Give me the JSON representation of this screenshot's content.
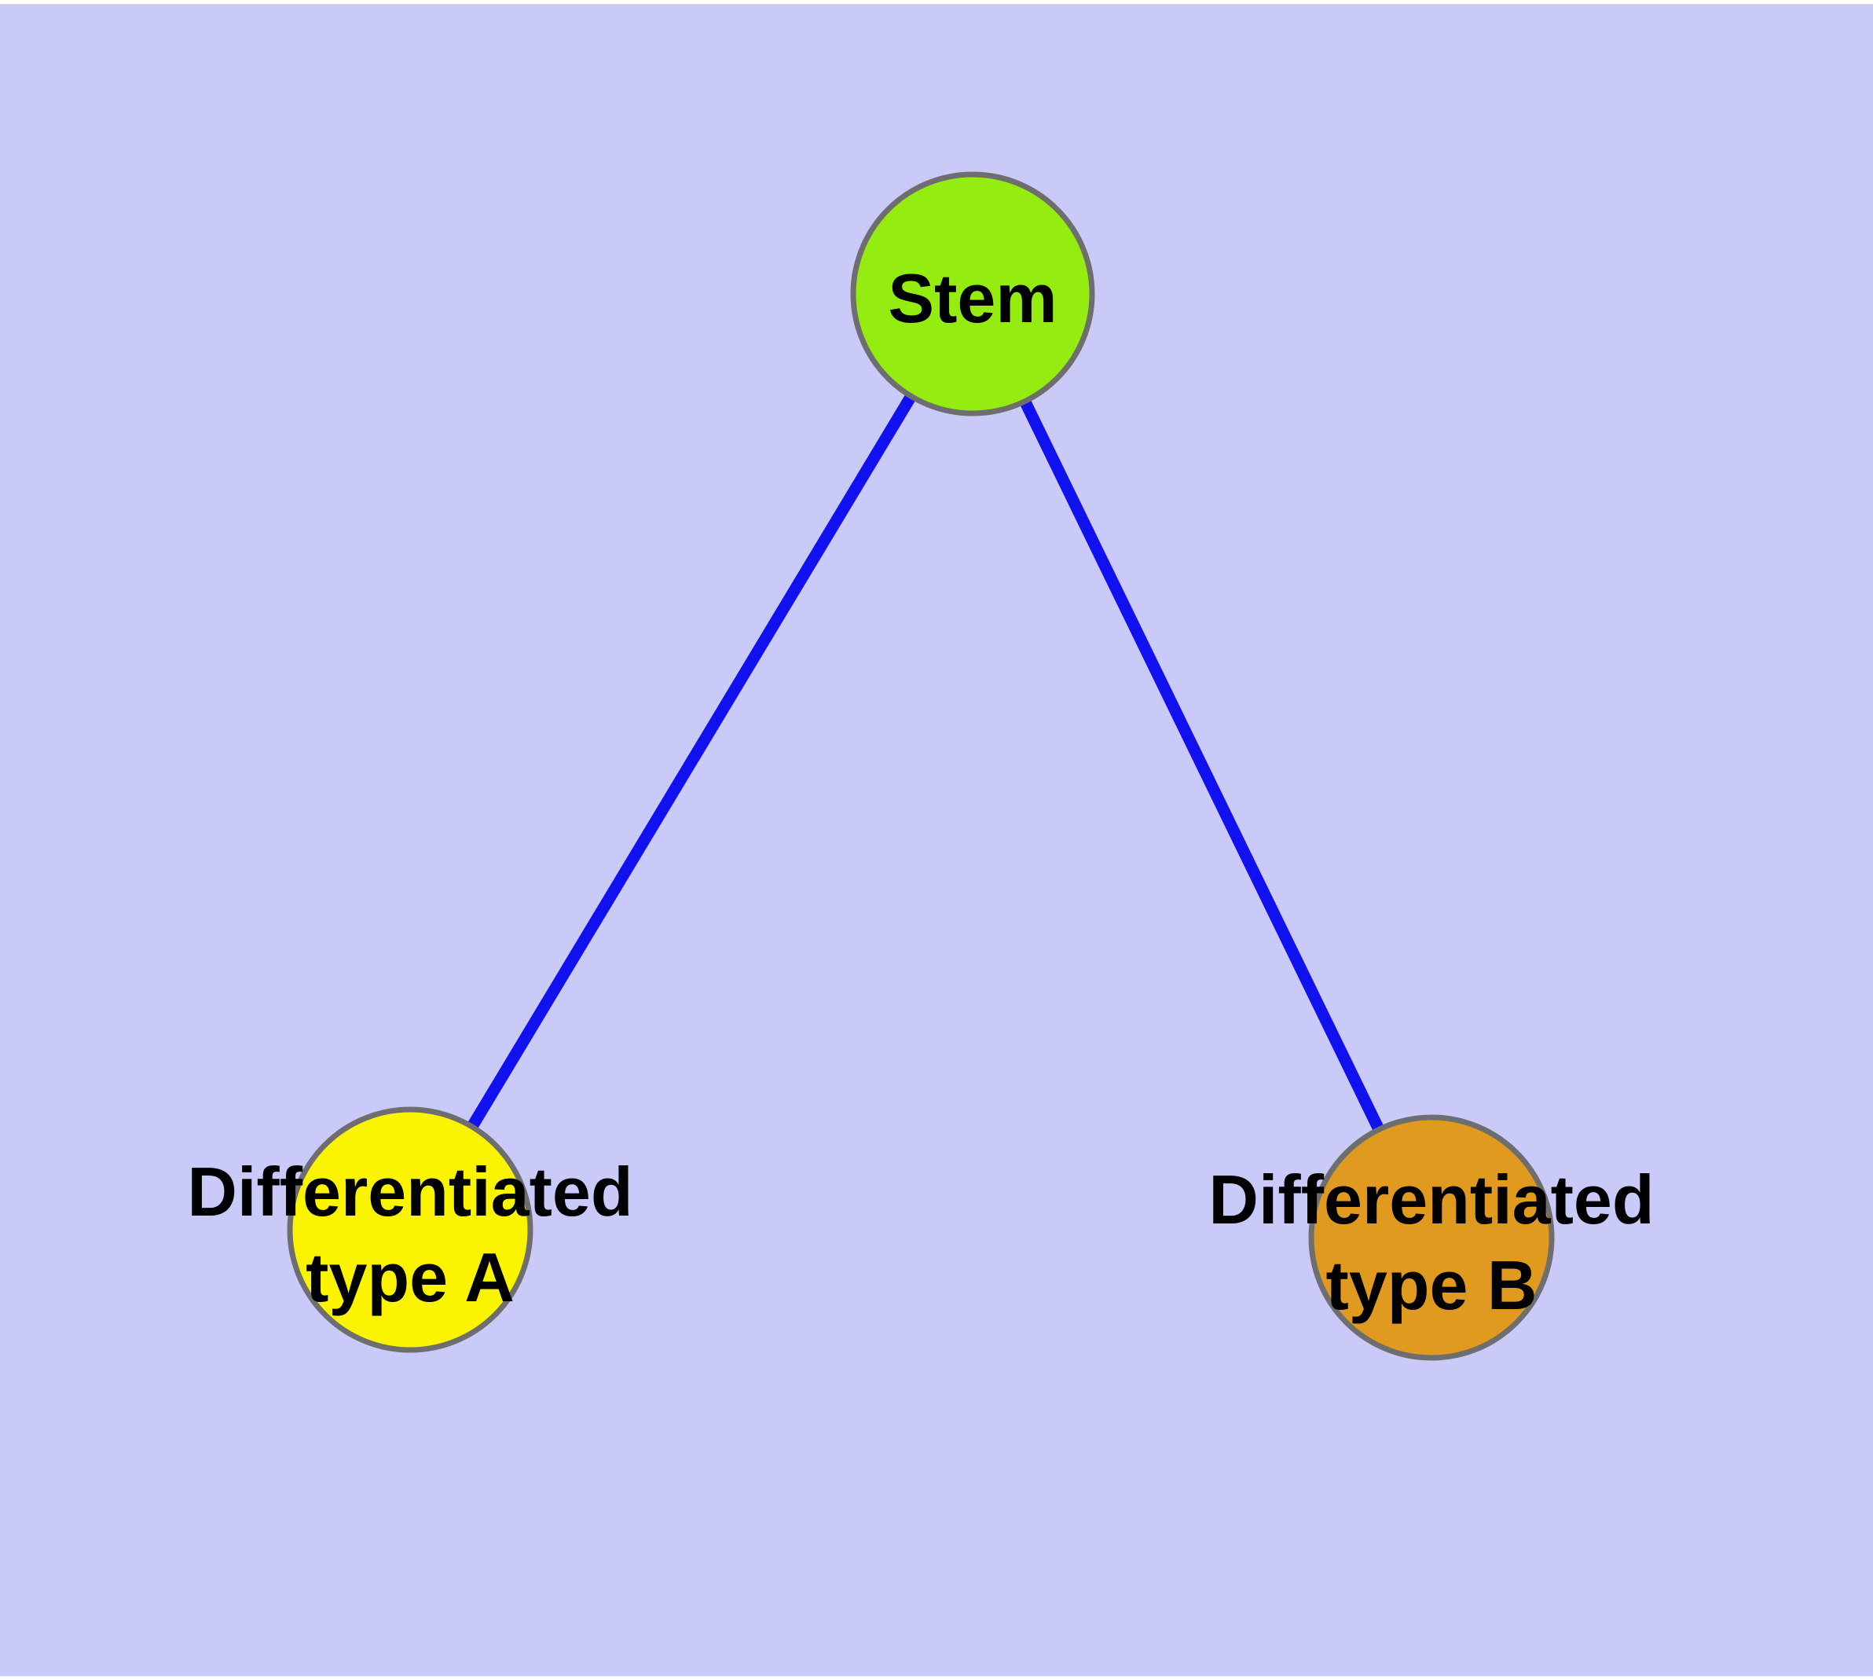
{
  "diagram": {
    "background_color": "#CACAF9",
    "frame_color": "#FFFFFF",
    "edge_color": "#1111F0",
    "node_border_color": "#6E6E6E",
    "label_color": "#000000",
    "nodes": [
      {
        "id": "stem",
        "label_lines": [
          "Stem"
        ],
        "fill": "#95EC11"
      },
      {
        "id": "differentiated-type-a",
        "label_lines": [
          "Differentiated",
          "type A"
        ],
        "fill": "#FAF400"
      },
      {
        "id": "differentiated-type-b",
        "label_lines": [
          "Differentiated",
          "type B"
        ],
        "fill": "#E09A20"
      }
    ],
    "edges": [
      {
        "from": "stem",
        "to": "differentiated-type-a"
      },
      {
        "from": "stem",
        "to": "differentiated-type-b"
      }
    ]
  }
}
